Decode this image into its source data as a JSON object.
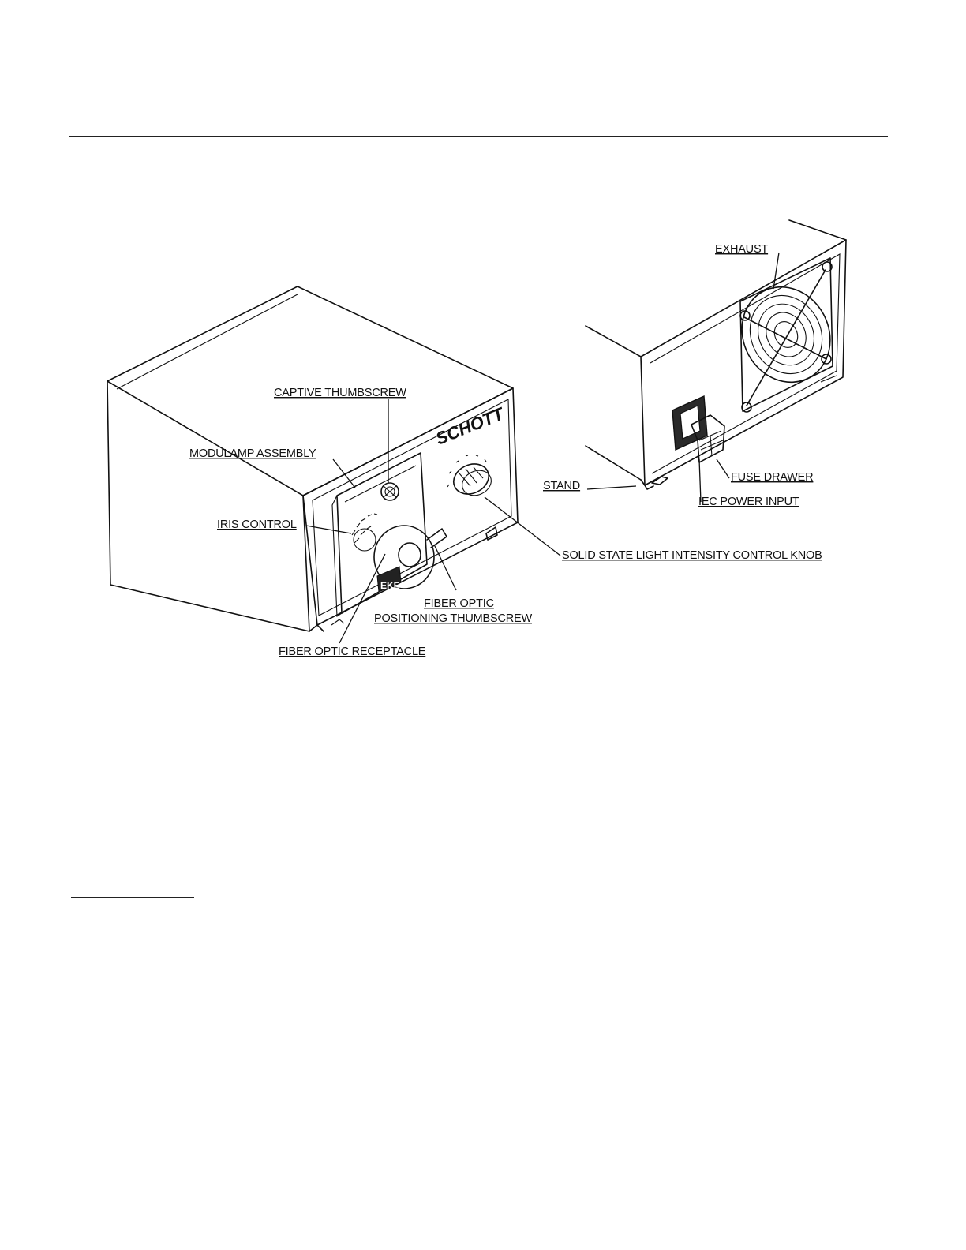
{
  "figure": {
    "brand": "SCHOTT",
    "badge": "EKE",
    "callouts": {
      "exhaust": "EXHAUST",
      "captive_thumbscrew": "CAPTIVE THUMBSCREW",
      "modulamp_assembly": "MODULAMP ASSEMBLY",
      "iris_control": "IRIS CONTROL",
      "stand": "STAND",
      "fuse_drawer": "FUSE DRAWER",
      "iec_power_input": "IEC POWER INPUT",
      "intensity_knob": "SOLID STATE LIGHT INTENSITY CONTROL KNOB",
      "fiber_optic_positioning_line1": "FIBER OPTIC",
      "fiber_optic_positioning_line2": "POSITIONING THUMBSCREW",
      "fiber_optic_receptacle": "FIBER OPTIC RECEPTACLE"
    }
  }
}
